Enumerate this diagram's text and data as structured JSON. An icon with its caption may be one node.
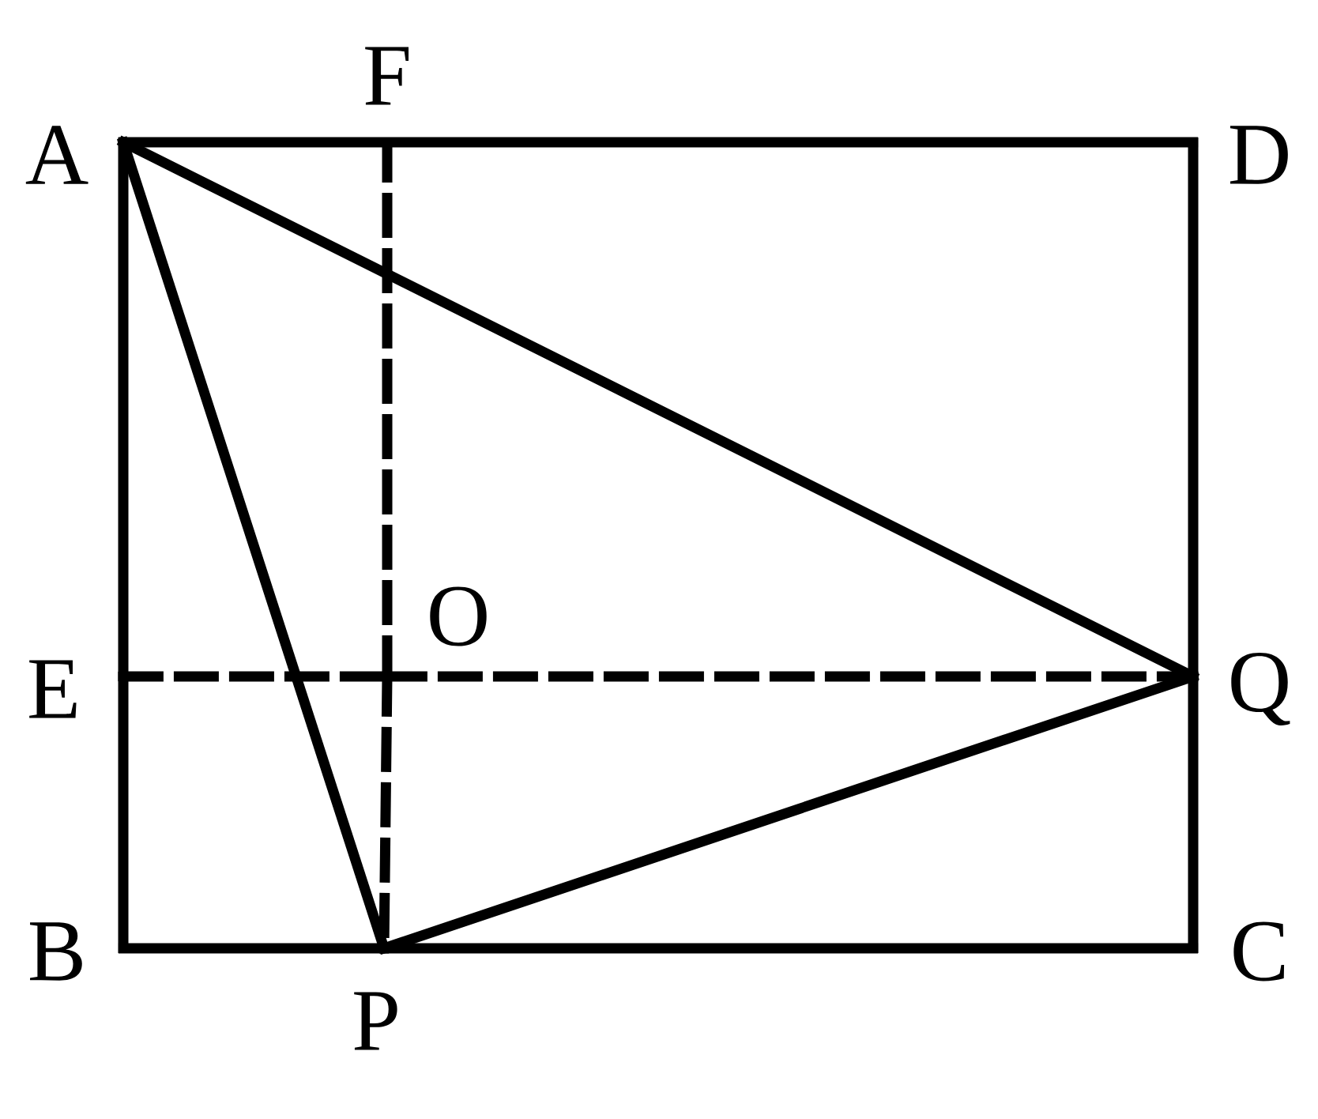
{
  "diagram": {
    "nodes": [
      {
        "text": [
          "A"
        ]
      },
      {
        "text": [
          "F"
        ]
      },
      {
        "text": [
          "D"
        ]
      },
      {
        "text": [
          "O"
        ]
      },
      {
        "text": [
          "E"
        ]
      },
      {
        "text": [
          "Q"
        ]
      },
      {
        "text": [
          "B"
        ]
      },
      {
        "text": [
          "P"
        ]
      },
      {
        "text": [
          "C"
        ]
      }
    ],
    "edges": [
      {
        "from": 0,
        "to": 2,
        "arrow": "none"
      },
      {
        "from": 2,
        "to": 5,
        "arrow": "none"
      },
      {
        "from": 5,
        "to": 8,
        "arrow": "none"
      },
      {
        "from": 8,
        "to": 7,
        "arrow": "none"
      },
      {
        "from": 7,
        "to": 6,
        "arrow": "none"
      },
      {
        "from": 6,
        "to": 4,
        "arrow": "none"
      },
      {
        "from": 4,
        "to": 0,
        "arrow": "none"
      },
      {
        "from": 0,
        "to": 5,
        "arrow": "none"
      },
      {
        "from": 0,
        "to": 7,
        "arrow": "none"
      },
      {
        "from": 7,
        "to": 5,
        "arrow": "none"
      },
      {
        "from": 1,
        "to": 3,
        "arrow": "none",
        "style": "dashed"
      },
      {
        "from": 3,
        "to": 7,
        "arrow": "none",
        "style": "dashed"
      },
      {
        "from": 4,
        "to": 3,
        "arrow": "none",
        "style": "dashed"
      },
      {
        "from": 3,
        "to": 5,
        "arrow": "none",
        "style": "dashed"
      }
    ]
  }
}
